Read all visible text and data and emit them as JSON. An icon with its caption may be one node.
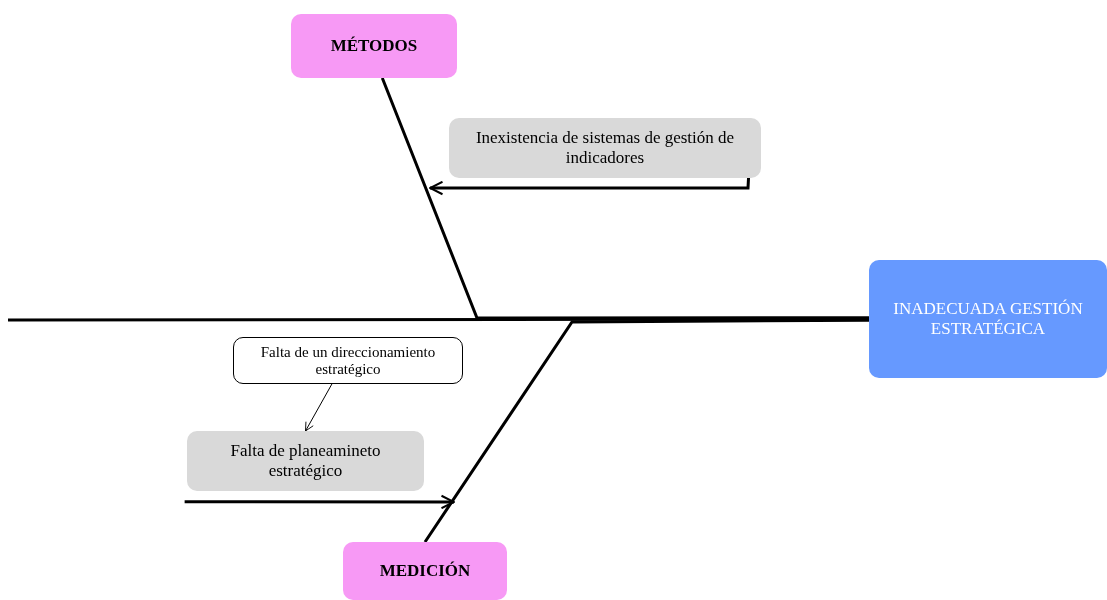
{
  "diagram": {
    "nodes": [
      {
        "text": [
          "MÉTODOS"
        ]
      },
      {
        "text": [
          "Inexistencia de sistemas de gestión de indicadores"
        ]
      },
      {
        "text": [
          "INADECUADA GESTIÓN ESTRATÉGICA"
        ]
      },
      {
        "text": [
          "Falta de un direccionamiento estratégico"
        ]
      },
      {
        "text": [
          "Falta de planeamineto estratégico"
        ]
      },
      {
        "text": [
          "MEDICIÓN"
        ]
      }
    ],
    "edges": [
      {
        "from": null,
        "to": 2,
        "arrow": "none"
      },
      {
        "from": 0,
        "to": 2,
        "arrow": "none"
      },
      {
        "from": 5,
        "to": 2,
        "arrow": "none"
      },
      {
        "from": 1,
        "to": null,
        "arrow": "to"
      },
      {
        "from": 3,
        "to": 4,
        "arrow": "to"
      },
      {
        "from": 4,
        "to": null,
        "arrow": "to"
      }
    ]
  }
}
